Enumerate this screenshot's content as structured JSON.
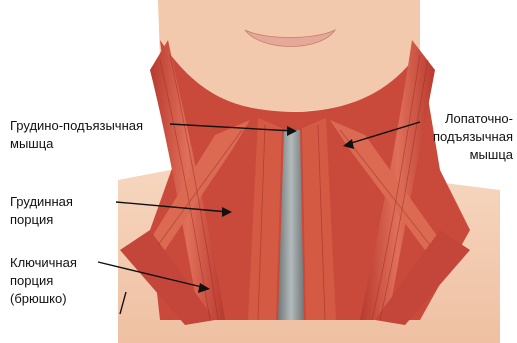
{
  "labels": {
    "sternohyoid": {
      "line1": "Грудино-подъязычная",
      "line2": "мышца"
    },
    "omohyoid": {
      "line1": "Лопаточно-",
      "line2": "подъязычная",
      "line3": "мышца"
    },
    "sternal_portion": {
      "line1": "Грудинная",
      "line2": "порция"
    },
    "clavicular_portion": {
      "line1": "Ключичная",
      "line2": "порция",
      "line3": "(брюшко)"
    }
  },
  "colors": {
    "skin": "#f4cdb3",
    "muscle": "#d2553f",
    "muscle_dark": "#a8322a",
    "muscle_light": "#e8826a",
    "trachea": "#9aa3a6",
    "leader": "#111111"
  }
}
